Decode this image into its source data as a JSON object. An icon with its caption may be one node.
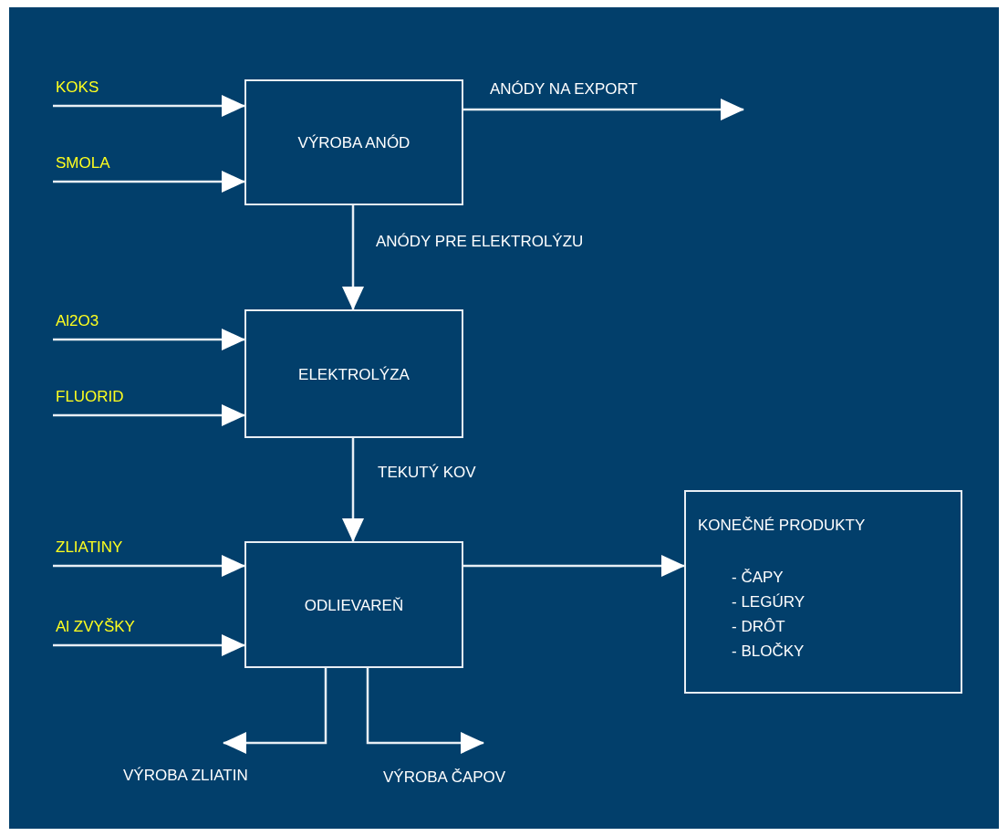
{
  "diagram": {
    "nodes": [
      {
        "text": [
          "VÝROBA ANÓD"
        ]
      },
      {
        "text": [
          "ELEKTROLÝZA"
        ]
      },
      {
        "text": [
          "ODLIEVAREŇ"
        ]
      },
      {
        "text": [
          "KONEČNÉ PRODUKTY",
          "- ČAPY",
          "- LEGÚRY",
          "- DRÔT",
          "- BLOČKY"
        ]
      },
      {
        "text": [
          "KOKS"
        ]
      },
      {
        "text": [
          "SMOLA"
        ]
      },
      {
        "text": [
          "Al2O3"
        ]
      },
      {
        "text": [
          "FLUORID"
        ]
      },
      {
        "text": [
          "ZLIATINY"
        ]
      },
      {
        "text": [
          "Al ZVYŠKY"
        ]
      },
      {
        "text": [
          "VÝROBA ZLIATIN"
        ]
      },
      {
        "text": [
          "VÝROBA ČAPOV"
        ]
      }
    ],
    "edges": [
      {
        "from": 4,
        "to": 0,
        "arrow": "to"
      },
      {
        "from": 5,
        "to": 0,
        "arrow": "to"
      },
      {
        "from": 0,
        "to": null,
        "arrow": "to",
        "label": "ANÓDY NA EXPORT"
      },
      {
        "from": 0,
        "to": 1,
        "arrow": "to",
        "label": "ANÓDY PRE ELEKTROLÝZU"
      },
      {
        "from": 6,
        "to": 1,
        "arrow": "to"
      },
      {
        "from": 7,
        "to": 1,
        "arrow": "to"
      },
      {
        "from": 1,
        "to": 2,
        "arrow": "to",
        "label": "TEKUTÝ KOV"
      },
      {
        "from": 8,
        "to": 2,
        "arrow": "to"
      },
      {
        "from": 9,
        "to": 2,
        "arrow": "to"
      },
      {
        "from": 2,
        "to": 3,
        "arrow": "to"
      },
      {
        "from": 2,
        "to": 10,
        "arrow": "to"
      },
      {
        "from": 2,
        "to": 11,
        "arrow": "to"
      }
    ]
  }
}
